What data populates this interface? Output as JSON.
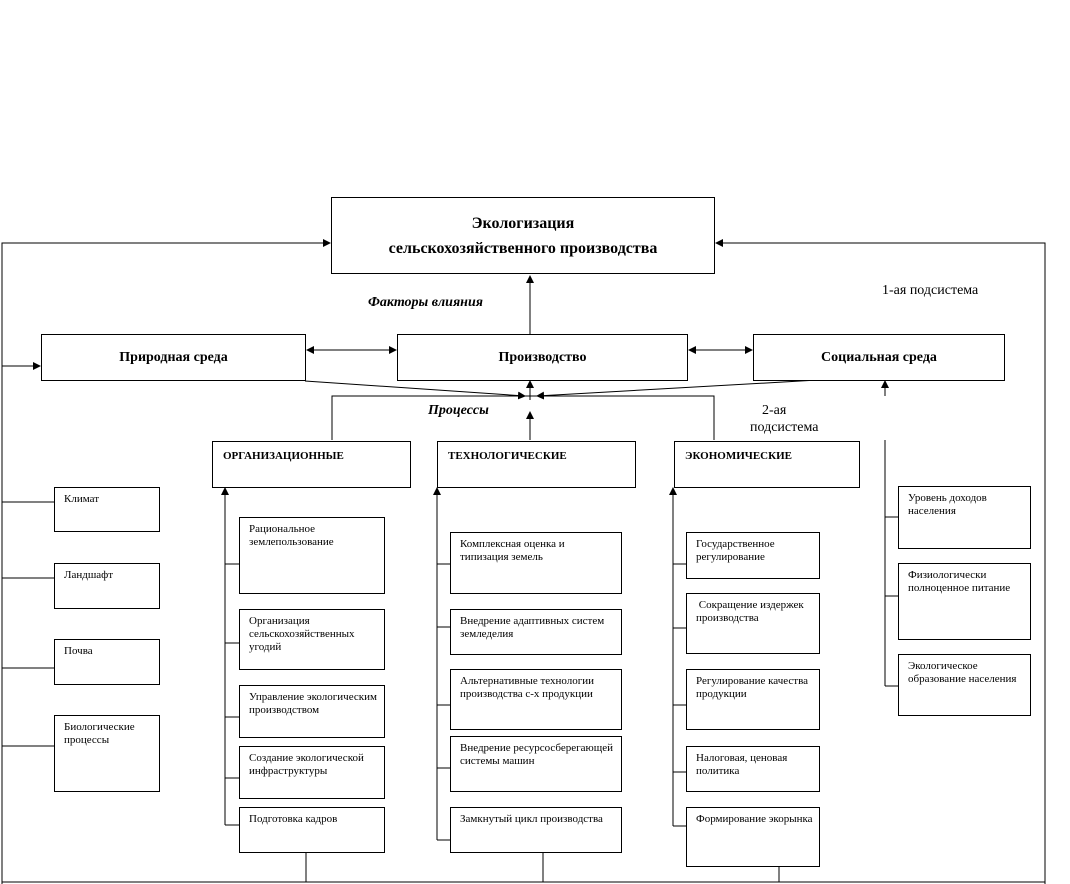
{
  "title": {
    "line1": "Экологизация",
    "line2": "сельскохозяйственного производства"
  },
  "labels": {
    "factors": "Факторы влияния",
    "processes": "Процессы",
    "subsystem1": "1-ая подсистема",
    "subsystem2_line1": "2-ая",
    "subsystem2_line2": "подсистема"
  },
  "main": {
    "nature": "Природная среда",
    "production": "Производство",
    "social": "Социальная среда"
  },
  "processes": {
    "organizational": "ОРГАНИЗАЦИОННЫЕ",
    "technological": "ТЕХНОЛОГИЧЕСКИЕ",
    "economic": "ЭКОНОМИЧЕСКИЕ"
  },
  "nature_items": [
    "Климат",
    "Ландшафт",
    "Почва",
    "Биологические процессы"
  ],
  "org_items": [
    "Рациональное землепользование",
    "Организация сельскохозяйственных угодий",
    "Управление экологическим производством",
    "Создание экологической инфраструктуры",
    "Подготовка кадров"
  ],
  "tech_items": [
    "Комплексная оценка  и типизация  земель",
    "Внедрение адаптивных систем земледелия",
    "Альтернативные технологии производства с-х продукции",
    "Внедрение ресурсосберегающей системы машин",
    "Замкнутый цикл производства"
  ],
  "econ_items": [
    "Государственное регулирование",
    " Сокращение издержек производства",
    "Регулирование качества продукции",
    "Налоговая, ценовая политика",
    "Формирование экорынка"
  ],
  "social_items": [
    "Уровень доходов населения",
    "Физиологически полноценное питание",
    "Экологическое образование населения"
  ]
}
